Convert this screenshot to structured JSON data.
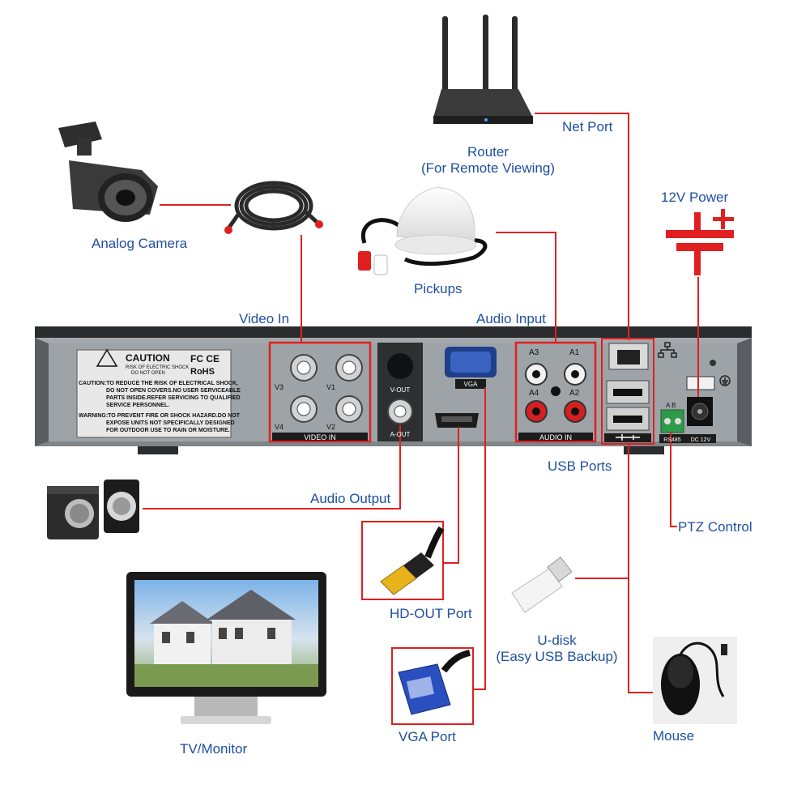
{
  "labels": {
    "net_port": "Net Port",
    "router_line1": "Router",
    "router_line2": "(For Remote Viewing)",
    "power_12v": "12V Power",
    "analog_camera": "Analog Camera",
    "pickups": "Pickups",
    "video_in": "Video In",
    "audio_input": "Audio Input",
    "usb_ports": "USB Ports",
    "audio_output": "Audio Output",
    "ptz_control": "PTZ Control",
    "hd_out_port": "HD-OUT Port",
    "udisk_line1": "U-disk",
    "udisk_line2": "(Easy USB Backup)",
    "vga_port": "VGA Port",
    "mouse": "Mouse",
    "tv_monitor": "TV/Monitor"
  },
  "panel": {
    "caution_title": "CAUTION",
    "caution_sub1": "RISK OF ELECTRIC SHOCK",
    "caution_sub2": "DO NOT OPEN",
    "cert_marks": "FC CE",
    "rohs": "RoHS",
    "caution_text": [
      "CAUTION:TO REDUCE THE RISK OF ELECTRICAL SHOCK,",
      "DO NOT OPEN COVERS.NO USER SERVICEABLE",
      "PARTS INSIDE.REFER SERVICING TO QUALIFIED",
      "SERVICE PERSONNEL.",
      "WARNING:TO PREVENT FIRE OR SHOCK HAZARD.DO NOT",
      "EXPOSE UNITS NOT SPECIFICALLY DESIGNED",
      "FOR OUTDOOR USE TO RAIN OR MOISTURE."
    ],
    "video_ports": [
      "V3",
      "V1",
      "V4",
      "V2"
    ],
    "video_in_label": "VIDEO IN",
    "v_out": "V-OUT",
    "a_out": "A-OUT",
    "vga": "VGA",
    "audio_ports": [
      "A3",
      "A1",
      "A4",
      "A2"
    ],
    "audio_in_label": "AUDIO IN",
    "rs485_ab": "A B",
    "rs485": "RS485",
    "dc12v": "DC 12V"
  },
  "colors": {
    "label_blue": "#1f4fa0",
    "line_red": "#e02020",
    "panel_gray": "#8f9499",
    "panel_dark": "#2e2f31"
  }
}
